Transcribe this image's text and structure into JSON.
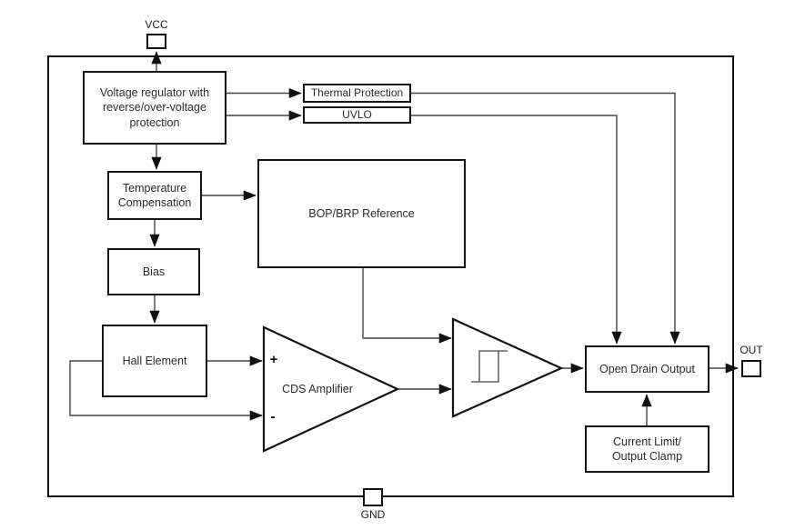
{
  "diagram": {
    "type": "functional-block-diagram",
    "pins": {
      "vcc": {
        "label": "VCC"
      },
      "out": {
        "label": "OUT"
      },
      "gnd": {
        "label": "GND"
      }
    },
    "blocks": {
      "voltage_regulator": {
        "label": "Voltage regulator with\nreverse/over-voltage\nprotection"
      },
      "thermal_protection": {
        "label": "Thermal Protection"
      },
      "uvlo": {
        "label": "UVLO"
      },
      "temperature_compensation": {
        "label": "Temperature\nCompensation"
      },
      "bop_brp_reference": {
        "label": "BOP/BRP Reference"
      },
      "bias": {
        "label": "Bias"
      },
      "hall_element": {
        "label": "Hall Element"
      },
      "cds_amplifier": {
        "label": "CDS Amplifier",
        "plus_input": "+",
        "minus_input": "-"
      },
      "schmitt_trigger": {
        "label": ""
      },
      "open_drain_output": {
        "label": "Open Drain Output"
      },
      "current_limit": {
        "label": "Current Limit/\nOutput Clamp"
      }
    },
    "colors": {
      "background": "#ffffff",
      "box_border": "#141414",
      "connector": "#454545",
      "arrowhead": "#111111",
      "text": "#2a2a2a"
    }
  }
}
